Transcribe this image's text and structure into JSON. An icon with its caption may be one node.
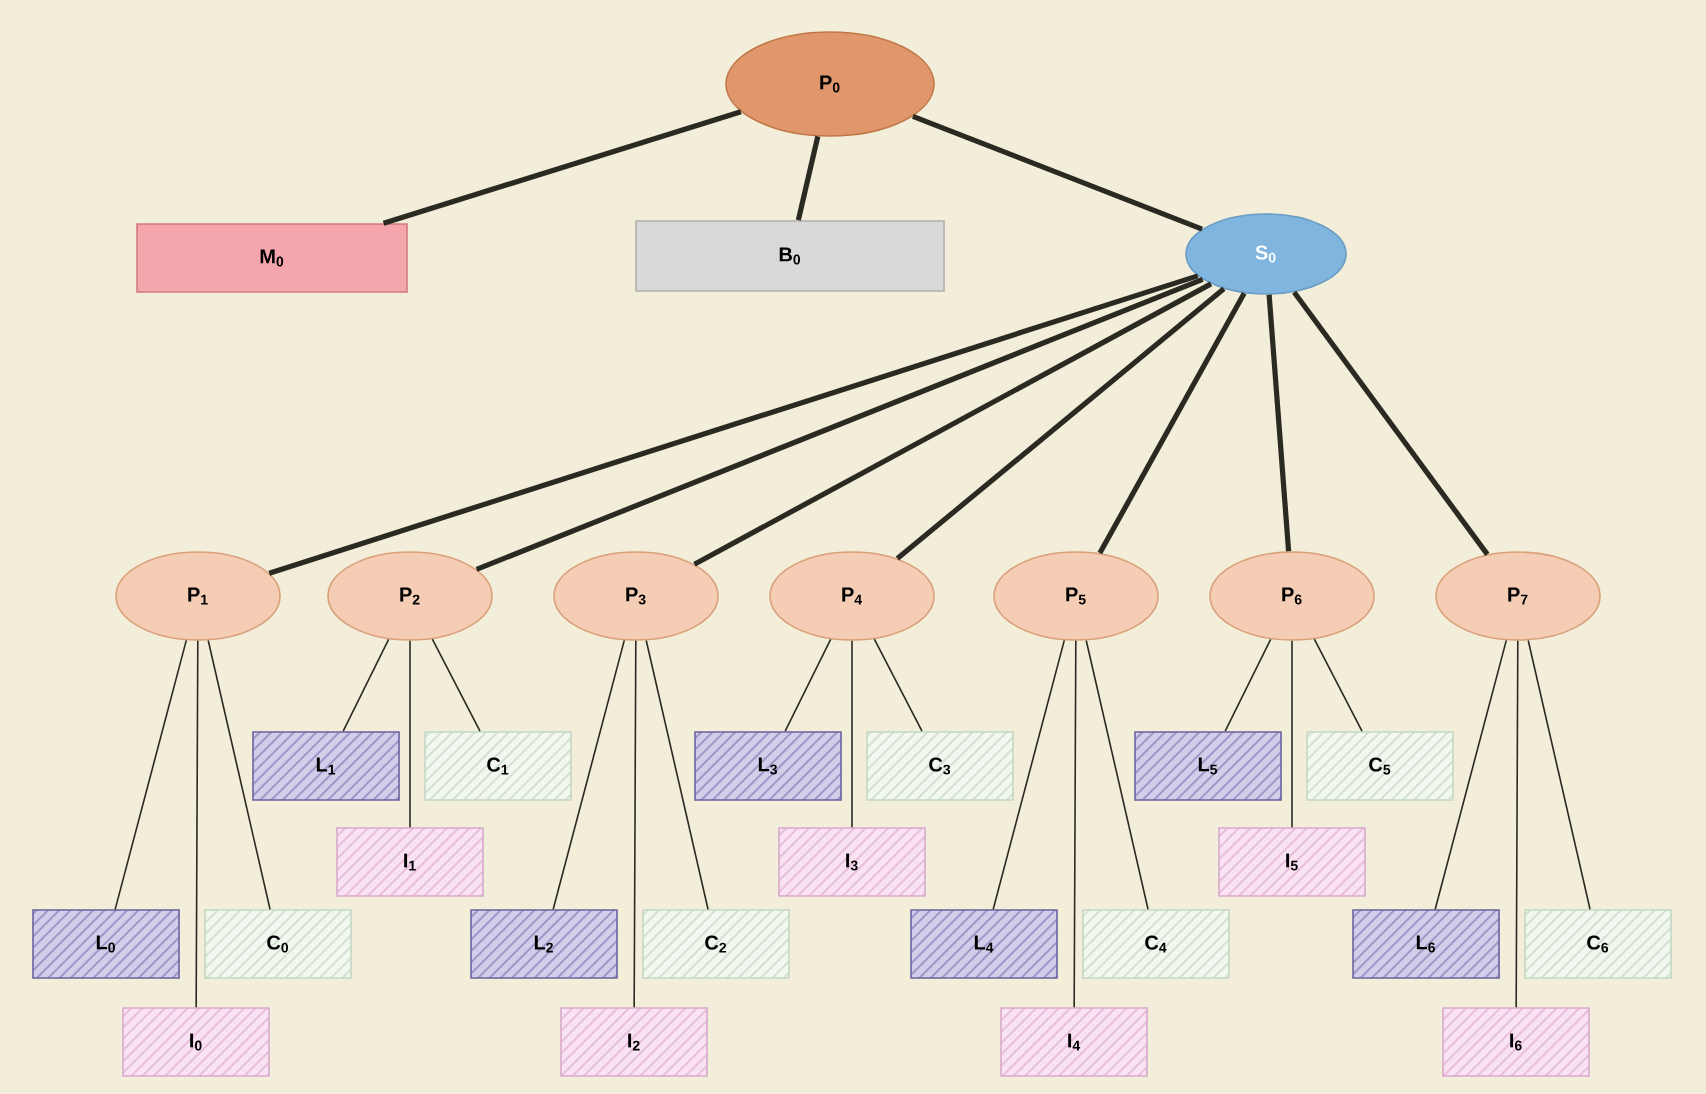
{
  "diagram": {
    "nodes": [
      {
        "text": [
          "P$_{0}$"
        ]
      },
      {
        "text": [
          "M$_{0}$"
        ]
      },
      {
        "text": [
          "B$_{0}$"
        ]
      },
      {
        "text": [
          "S$_{0}$"
        ]
      },
      {
        "text": [
          "P$_{1}$"
        ]
      },
      {
        "text": [
          "P$_{2}$"
        ]
      },
      {
        "text": [
          "P$_{3}$"
        ]
      },
      {
        "text": [
          "P$_{4}$"
        ]
      },
      {
        "text": [
          "P$_{5}$"
        ]
      },
      {
        "text": [
          "P$_{6}$"
        ]
      },
      {
        "text": [
          "P$_{7}$"
        ]
      },
      {
        "text": [
          "L$_{0}$"
        ]
      },
      {
        "text": [
          "C$_{0}$"
        ]
      },
      {
        "text": [
          "I$_{0}$"
        ]
      },
      {
        "text": [
          "L$_{1}$"
        ]
      },
      {
        "text": [
          "C$_{1}$"
        ]
      },
      {
        "text": [
          "I$_{1}$"
        ]
      },
      {
        "text": [
          "L$_{2}$"
        ]
      },
      {
        "text": [
          "C$_{2}$"
        ]
      },
      {
        "text": [
          "I$_{2}$"
        ]
      },
      {
        "text": [
          "L$_{3}$"
        ]
      },
      {
        "text": [
          "C$_{3}$"
        ]
      },
      {
        "text": [
          "I$_{3}$"
        ]
      },
      {
        "text": [
          "L$_{4}$"
        ]
      },
      {
        "text": [
          "C$_{4}$"
        ]
      },
      {
        "text": [
          "I$_{4}$"
        ]
      },
      {
        "text": [
          "L$_{5}$"
        ]
      },
      {
        "text": [
          "C$_{5}$"
        ]
      },
      {
        "text": [
          "I$_{5}$"
        ]
      },
      {
        "text": [
          "L$_{6}$"
        ]
      },
      {
        "text": [
          "C$_{6}$"
        ]
      },
      {
        "text": [
          "I$_{6}$"
        ]
      }
    ],
    "edges": [
      {
        "from": 0,
        "to": 1,
        "arrow": "none",
        "style": "thick"
      },
      {
        "from": 0,
        "to": 2,
        "arrow": "none",
        "style": "thick"
      },
      {
        "from": 0,
        "to": 3,
        "arrow": "none",
        "style": "thick"
      },
      {
        "from": 3,
        "to": 4,
        "arrow": "none",
        "style": "thick"
      },
      {
        "from": 3,
        "to": 5,
        "arrow": "none",
        "style": "thick"
      },
      {
        "from": 3,
        "to": 6,
        "arrow": "none",
        "style": "thick"
      },
      {
        "from": 3,
        "to": 7,
        "arrow": "none",
        "style": "thick"
      },
      {
        "from": 3,
        "to": 8,
        "arrow": "none",
        "style": "thick"
      },
      {
        "from": 3,
        "to": 9,
        "arrow": "none",
        "style": "thick"
      },
      {
        "from": 3,
        "to": 10,
        "arrow": "none",
        "style": "thick"
      },
      {
        "from": 4,
        "to": 11,
        "arrow": "none"
      },
      {
        "from": 4,
        "to": 12,
        "arrow": "none"
      },
      {
        "from": 4,
        "to": 13,
        "arrow": "none"
      },
      {
        "from": 5,
        "to": 14,
        "arrow": "none"
      },
      {
        "from": 5,
        "to": 15,
        "arrow": "none"
      },
      {
        "from": 5,
        "to": 16,
        "arrow": "none"
      },
      {
        "from": 6,
        "to": 17,
        "arrow": "none"
      },
      {
        "from": 6,
        "to": 18,
        "arrow": "none"
      },
      {
        "from": 6,
        "to": 19,
        "arrow": "none"
      },
      {
        "from": 7,
        "to": 20,
        "arrow": "none"
      },
      {
        "from": 7,
        "to": 21,
        "arrow": "none"
      },
      {
        "from": 7,
        "to": 22,
        "arrow": "none"
      },
      {
        "from": 8,
        "to": 23,
        "arrow": "none"
      },
      {
        "from": 8,
        "to": 24,
        "arrow": "none"
      },
      {
        "from": 8,
        "to": 25,
        "arrow": "none"
      },
      {
        "from": 9,
        "to": 26,
        "arrow": "none"
      },
      {
        "from": 9,
        "to": 27,
        "arrow": "none"
      },
      {
        "from": 9,
        "to": 28,
        "arrow": "none"
      },
      {
        "from": 10,
        "to": 29,
        "arrow": "none"
      },
      {
        "from": 10,
        "to": 30,
        "arrow": "none"
      },
      {
        "from": 10,
        "to": 31,
        "arrow": "none"
      }
    ]
  }
}
